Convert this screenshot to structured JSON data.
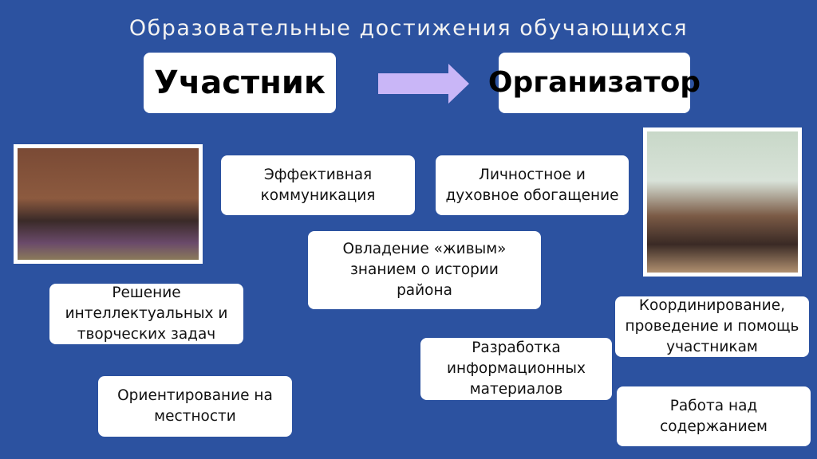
{
  "title": "Образовательные достижения обучающихся",
  "from_label": "Участник",
  "to_label": "Организатор",
  "arrow_color": "#c9b6f7",
  "boxes": [
    "Эффективная коммуникация",
    "Личностное и духовное обогащение",
    "Овладение «живым» знанием о истории района",
    "Решение интеллектуальных и творческих задач",
    "Разработка информационных материалов",
    "Координирование, проведение и помощь участникам",
    "Ориентирование на местности",
    "Работа над содержанием"
  ]
}
